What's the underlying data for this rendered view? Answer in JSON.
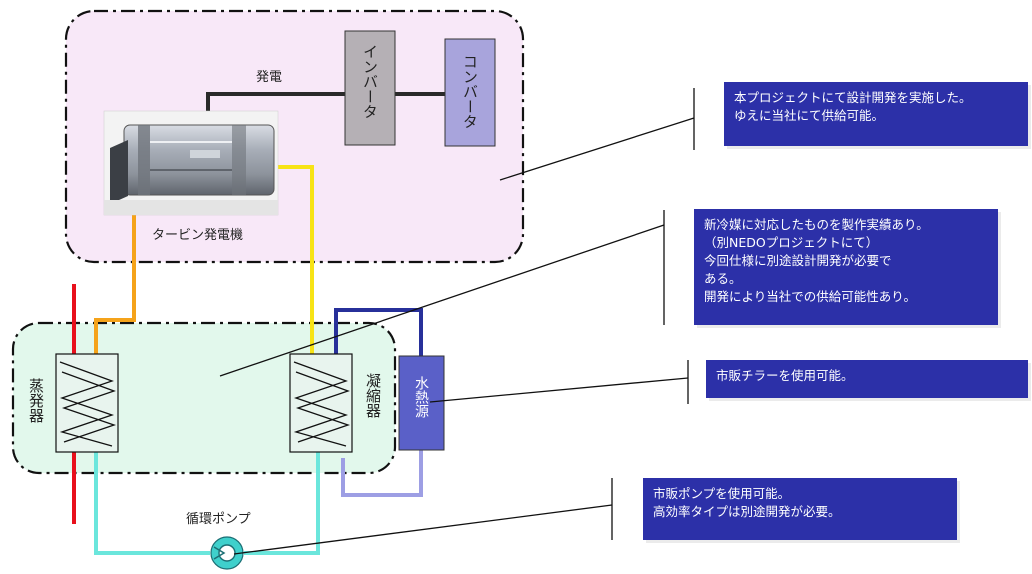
{
  "colors": {
    "generator_box_fill": "#f8e8f8",
    "cycle_box_fill": "#e2f8ec",
    "inverter_fill": "#b5b0b5",
    "converter_fill": "#a8a4dc",
    "heat_source_fill": "#5a60c8",
    "note_fill": "#2c30a8",
    "hot_line": "#e8101c",
    "turbine_inlet_line": "#f5a31a",
    "turbine_outlet_line": "#f7e316",
    "cooling_line_supply": "#27309a",
    "cooling_line_return": "#9d9ee4",
    "circulation_line": "#6be6dc",
    "power_line": "#2a2a2a"
  },
  "diagram": {
    "power_label": "発電",
    "inverter_label": "インバータ",
    "converter_label": "コンバータ",
    "turbine_label": "タービン発電機",
    "evaporator_label": "蒸発器",
    "condenser_label": "凝縮器",
    "heat_source_label": "水熱源",
    "pump_label": "循環ポンプ"
  },
  "notes": {
    "project": "本プロジェクトにて設計開発を実施した。\nゆえに当社にて供給可能。",
    "refrigerant": "新冷媒に対応したものを製作実績あり。\n（別NEDOプロジェクトにて）\n今回仕様に別途設計開発が必要で\nある。\n開発により当社での供給可能性あり。",
    "chiller": "市販チラーを使用可能。",
    "pump": "市販ポンプを使用可能。\n高効率タイプは別途開発が必要。"
  }
}
